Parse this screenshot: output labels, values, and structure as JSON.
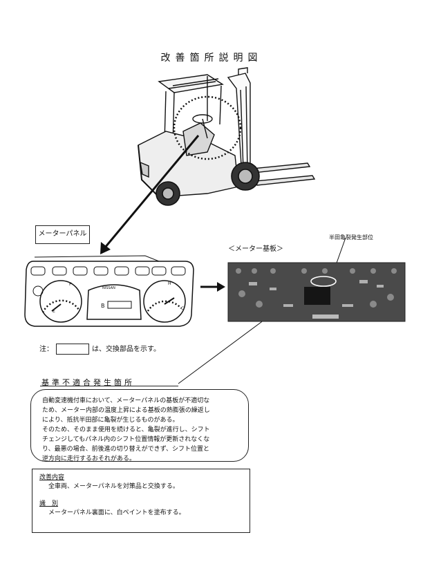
{
  "document": {
    "title": "改善箇所説明図",
    "meter_panel_label": "メーターパネル",
    "meter_board_label": "＜メーター基板＞",
    "solder_crack_label": "半田亀裂発生部位",
    "note_prefix": "注：",
    "note_suffix": "は、交換部品を示す。",
    "nonconformity_heading": "基準不適合発生箇所",
    "nonconformity_text": [
      "自動変速機付車において、メーターパネルの基板が不適切な",
      "ため、メーター内部の温度上昇による基板の熱膨張の繰返し",
      "により、抵抗半田部に亀裂が生じるものがある。",
      "そのため、そのまま使用を続けると、亀裂が進行し、シフト",
      "チェンジしてもパネル内のシフト位置情報が更新されなくな",
      "り、最悪の場合、前後進の切り替えができず、シフト位置と",
      "逆方向に走行するおそれがある。"
    ],
    "improvement_heading": "改善内容",
    "improvement_text": "全車両、メーターパネルを対策品と交換する。",
    "identification_heading": "識　別",
    "identification_text": "メーターパネル裏面に、白ペイントを塗布する。"
  },
  "meter": {
    "brand": "NISSAN",
    "fuel_labels": [
      "E",
      "F"
    ],
    "temp_labels": [
      "C",
      "H"
    ],
    "center_letter": "B"
  },
  "colors": {
    "ink": "#111111",
    "board_dark": "#3a3a3a",
    "board_light": "#8a8a8a"
  }
}
